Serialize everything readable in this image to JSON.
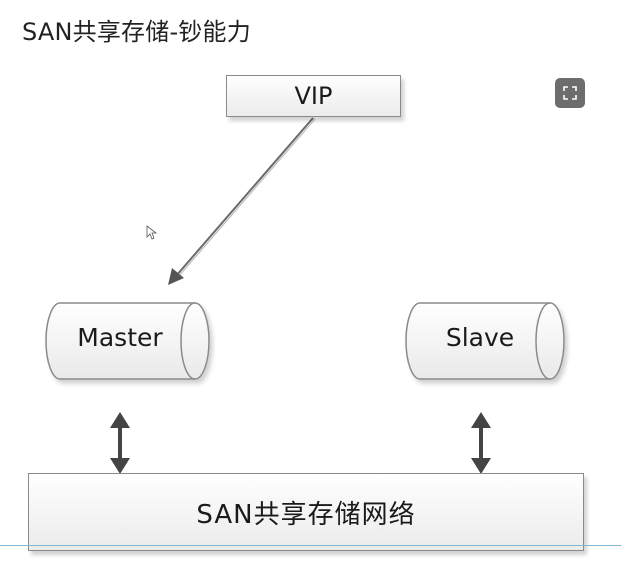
{
  "title": "SAN共享存储-钞能力",
  "expand_button": {
    "icon": "expand-icon"
  },
  "diagram": {
    "vip_label": "VIP",
    "master_label": "Master",
    "slave_label": "Slave",
    "san_label": "SAN共享存储网络"
  },
  "colors": {
    "stroke": "#8a8a8a",
    "arrow": "#444444",
    "accent_line": "#7fb8d6"
  }
}
